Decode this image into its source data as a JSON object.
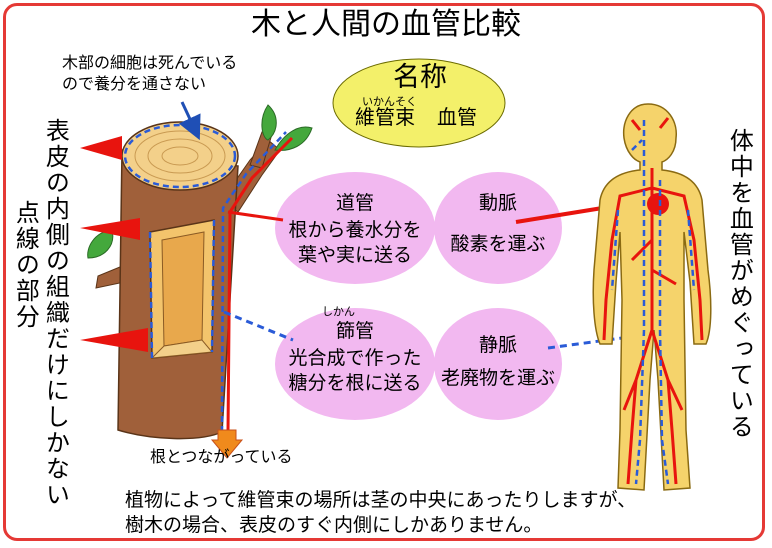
{
  "title": "木と人間の血管比較",
  "dead_cell_note": [
    "木部の細胞は死んでいる",
    "ので養分を通さない"
  ],
  "left_vertical": [
    "表皮の内側の組織だけにしかない",
    "点線の部分"
  ],
  "right_vertical": "体中を血管がめぐっている",
  "name_box": {
    "title": "名称",
    "ruby": "いかんそく",
    "term_plant": "維管束",
    "term_human": "血管"
  },
  "bubbles": {
    "doukan": {
      "head": "道管",
      "body": [
        "根から養水分を",
        "葉や実に送る"
      ]
    },
    "myaku": {
      "head": "動脈",
      "body": [
        "酸素を運ぶ"
      ]
    },
    "shikan": {
      "ruby": "しかん",
      "head": "篩管",
      "body": [
        "光合成で作った",
        "糖分を根に送る"
      ]
    },
    "jomyaku": {
      "head": "静脈",
      "body": [
        "老廃物を運ぶ"
      ]
    }
  },
  "root_note": "根とつながっている",
  "footer": [
    "植物によって維管束の場所は茎の中央にあったりしますが、",
    "樹木の場合、表皮のすぐ内側にしかありません。"
  ],
  "colors": {
    "frame": "#e53935",
    "bubble": "#f2b8f0",
    "name_box": "#f3f06a",
    "bark": "#a0603a",
    "wood": "#f3c46c",
    "leaf": "#44a83c",
    "body": "#f5d36b",
    "vessel_red": "#e8140e",
    "vessel_blue": "#2a5bd7"
  }
}
